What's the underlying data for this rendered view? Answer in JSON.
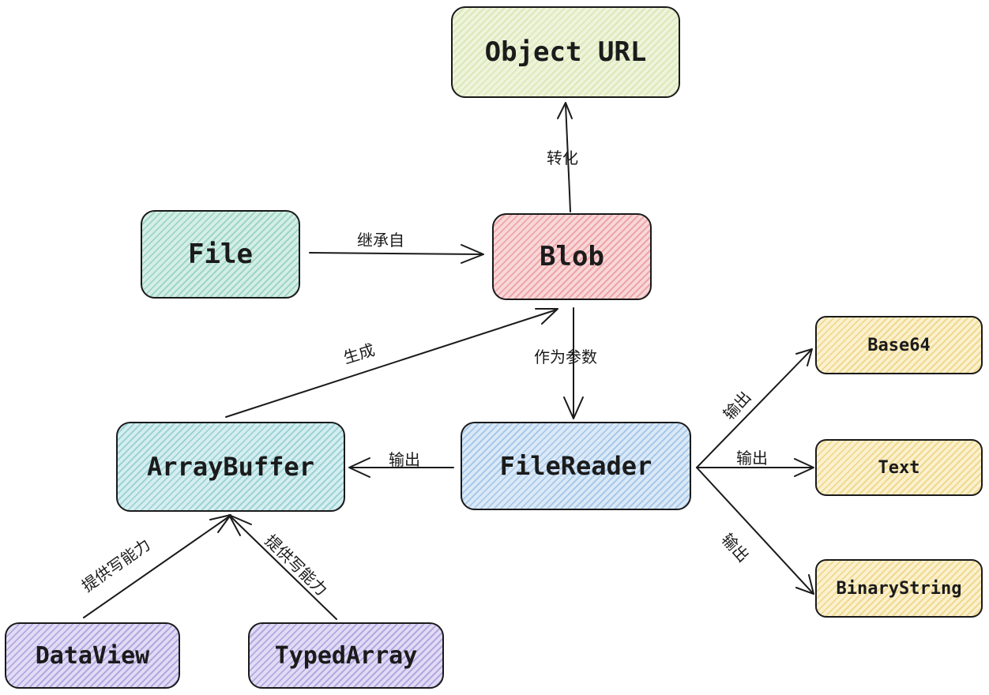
{
  "nodes": {
    "object_url": "Object URL",
    "file": "File",
    "blob": "Blob",
    "base64": "Base64",
    "array_buffer": "ArrayBuffer",
    "file_reader": "FileReader",
    "text": "Text",
    "binary_string": "BinaryString",
    "data_view": "DataView",
    "typed_array": "TypedArray"
  },
  "edges": {
    "blob_to_object_url": "转化",
    "file_to_blob": "继承自",
    "array_buffer_to_blob": "生成",
    "blob_to_file_reader": "作为参数",
    "file_reader_to_array_buffer": "输出",
    "file_reader_to_base64": "输出",
    "file_reader_to_text": "输出",
    "file_reader_to_binary_string": "输出",
    "data_view_to_array_buffer": "提供写能力",
    "typed_array_to_array_buffer": "提供写能力"
  }
}
